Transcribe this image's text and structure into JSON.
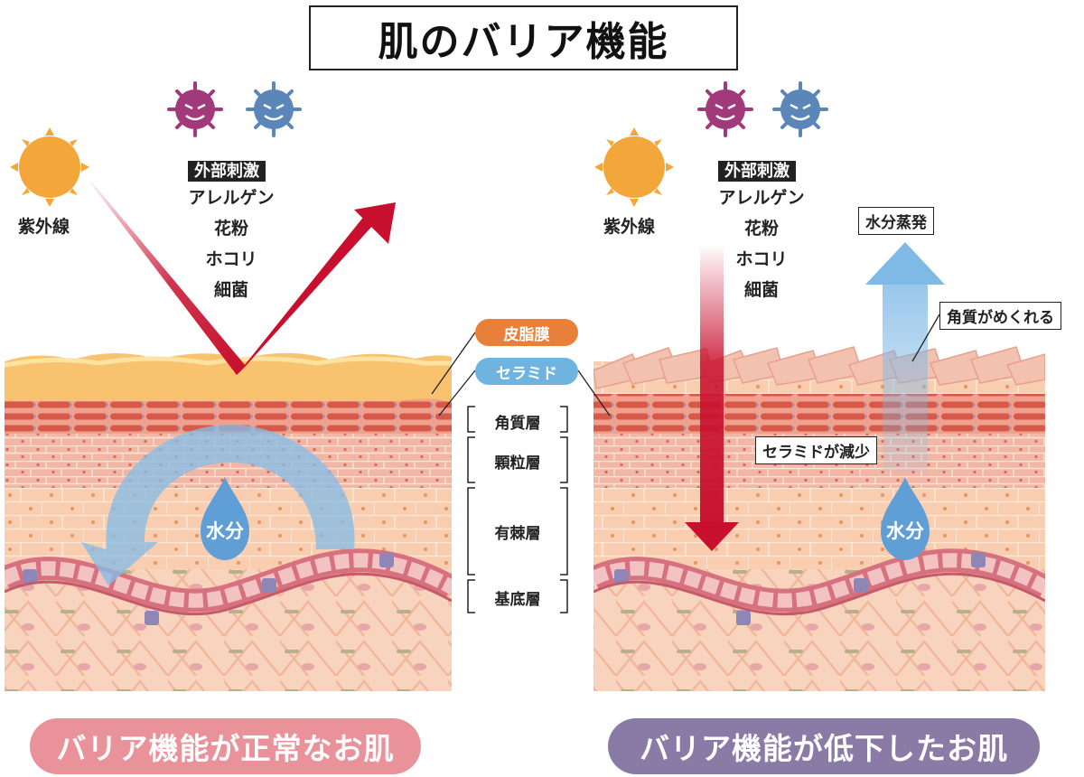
{
  "title": "肌のバリア機能",
  "left": {
    "uv_label": "紫外線",
    "stimulus_tag": "外部刺激",
    "stimulus_items": [
      "アレルゲン",
      "花粉",
      "ホコリ",
      "細菌"
    ],
    "water_label": "水分",
    "caption": "バリア機能が正常なお肌"
  },
  "right": {
    "uv_label": "紫外線",
    "stimulus_tag": "外部刺激",
    "stimulus_items": [
      "アレルゲン",
      "花粉",
      "ホコリ",
      "細菌"
    ],
    "water_label": "水分",
    "evaporation_label": "水分蒸発",
    "peeling_label": "角質がめくれる",
    "ceramide_decrease_label": "セラミドが減少",
    "caption": "バリア機能が低下したお肌"
  },
  "center": {
    "sebum_label": "皮脂膜",
    "ceramide_label": "セラミド",
    "layers": [
      "角質層",
      "顆粒層",
      "有棘層",
      "基底層"
    ]
  },
  "colors": {
    "sebum_pill": "#e9803a",
    "ceramide_pill": "#6fb3e0",
    "left_caption_bg": "#e9929a",
    "right_caption_bg": "#8a7aa6",
    "uv_arrow": "#c8102e",
    "moisture": "#7fb9e6",
    "sun": "#f3a63a",
    "virus_purple": "#a13a7a",
    "virus_blue": "#5b86b8"
  }
}
